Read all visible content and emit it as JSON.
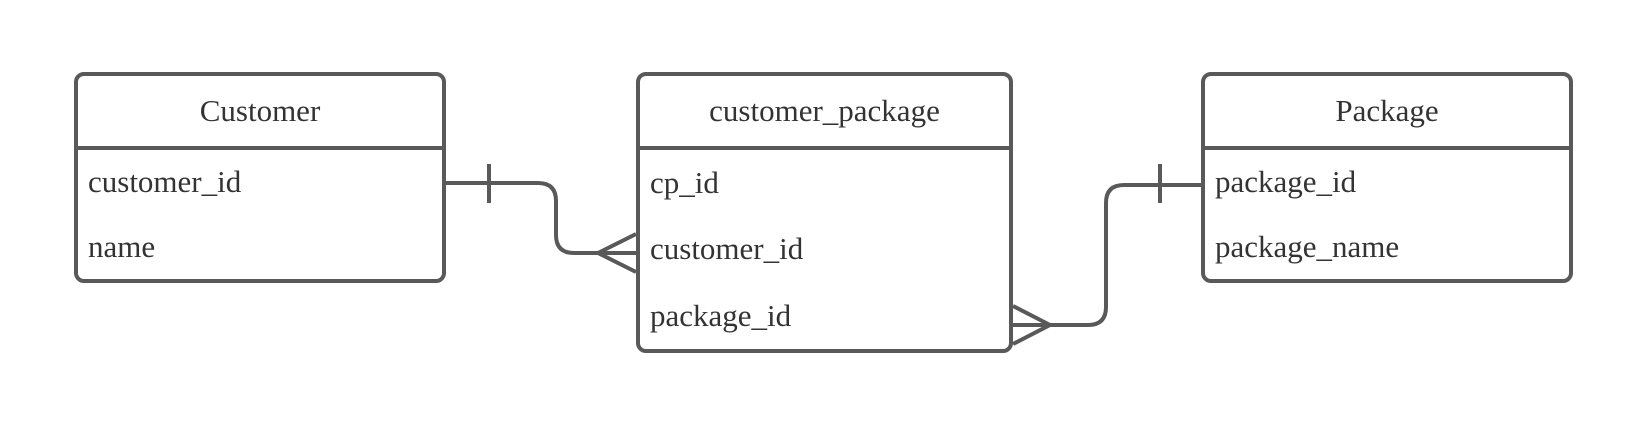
{
  "diagram": {
    "kind": "entity-relationship-diagram",
    "colors": {
      "background": "#ffffff",
      "line": "#595959",
      "text": "#333333"
    },
    "tables": [
      {
        "name": "Customer",
        "fields": [
          "customer_id",
          "name"
        ]
      },
      {
        "name": "customer_package",
        "fields": [
          "cp_id",
          "customer_id",
          "package_id"
        ]
      },
      {
        "name": "Package",
        "fields": [
          "package_id",
          "package_name"
        ]
      }
    ],
    "relationships": [
      {
        "from": "Customer",
        "from_field": "customer_id",
        "from_cardinality": "one",
        "to": "customer_package",
        "to_field": "customer_id",
        "to_cardinality": "many"
      },
      {
        "from": "Package",
        "from_field": "package_id",
        "from_cardinality": "one",
        "to": "customer_package",
        "to_field": "package_id",
        "to_cardinality": "many"
      }
    ]
  }
}
